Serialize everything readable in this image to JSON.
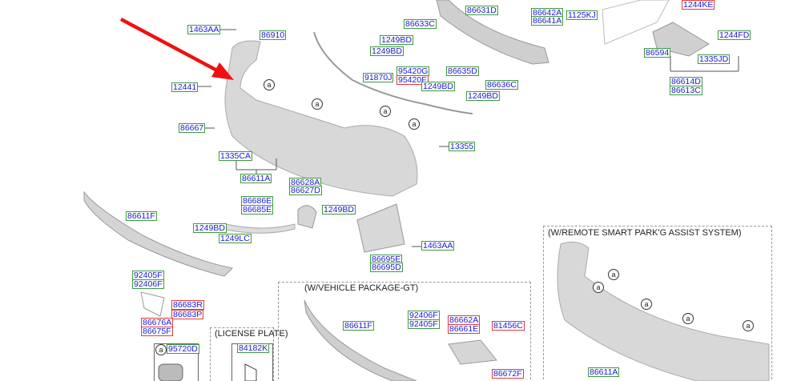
{
  "labels": [
    {
      "id": "l1",
      "text": "1463AA",
      "red": false
    },
    {
      "id": "l2",
      "text": "86910",
      "red": false
    },
    {
      "id": "l3",
      "text": "12441",
      "red": false
    },
    {
      "id": "l4",
      "text": "86667",
      "red": false
    },
    {
      "id": "l5",
      "text": "1335CA",
      "red": false
    },
    {
      "id": "l6",
      "text": "86611A",
      "red": false
    },
    {
      "id": "l7",
      "text": "86633C",
      "red": false
    },
    {
      "id": "l8",
      "text": "1249BD",
      "red": false
    },
    {
      "id": "l9",
      "text": "1249BD",
      "red": false
    },
    {
      "id": "l10",
      "text": "91870J",
      "red": false
    },
    {
      "id": "l11",
      "text": "95420G",
      "red": false
    },
    {
      "id": "l12",
      "text": "95420F",
      "red": true
    },
    {
      "id": "l13",
      "text": "1249BD",
      "red": false
    },
    {
      "id": "l14",
      "text": "86631D",
      "red": false
    },
    {
      "id": "l15",
      "text": "86635D",
      "red": false
    },
    {
      "id": "l16",
      "text": "86636C",
      "red": false
    },
    {
      "id": "l17",
      "text": "1249BD",
      "red": false
    },
    {
      "id": "l18",
      "text": "86642A",
      "red": false
    },
    {
      "id": "l19",
      "text": "86641A",
      "red": false
    },
    {
      "id": "l20",
      "text": "1125KJ",
      "red": false
    },
    {
      "id": "l21",
      "text": "1244KE",
      "red": true
    },
    {
      "id": "l22",
      "text": "1244FD",
      "red": false
    },
    {
      "id": "l23",
      "text": "86594",
      "red": false
    },
    {
      "id": "l24",
      "text": "1335JD",
      "red": false
    },
    {
      "id": "l25",
      "text": "86614D",
      "red": false
    },
    {
      "id": "l26",
      "text": "86613C",
      "red": false
    },
    {
      "id": "l27",
      "text": "13355",
      "red": false
    },
    {
      "id": "l28",
      "text": "86628A",
      "red": false
    },
    {
      "id": "l29",
      "text": "86627D",
      "red": false
    },
    {
      "id": "l30",
      "text": "86686E",
      "red": false
    },
    {
      "id": "l31",
      "text": "86685E",
      "red": false
    },
    {
      "id": "l32",
      "text": "1249BD",
      "red": false
    },
    {
      "id": "l33",
      "text": "86611F",
      "red": false
    },
    {
      "id": "l34",
      "text": "1249BD",
      "red": false
    },
    {
      "id": "l35",
      "text": "1249LC",
      "red": false
    },
    {
      "id": "l36",
      "text": "1463AA",
      "red": false
    },
    {
      "id": "l37",
      "text": "86695E",
      "red": false
    },
    {
      "id": "l38",
      "text": "86695D",
      "red": false
    },
    {
      "id": "l39",
      "text": "92405F",
      "red": false
    },
    {
      "id": "l40",
      "text": "92406F",
      "red": false
    },
    {
      "id": "l41",
      "text": "86683R",
      "red": true
    },
    {
      "id": "l42",
      "text": "86683P",
      "red": true
    },
    {
      "id": "l43",
      "text": "86676A",
      "red": true
    },
    {
      "id": "l44",
      "text": "86675F",
      "red": true
    },
    {
      "id": "l45",
      "text": "86611F",
      "red": false
    },
    {
      "id": "l46",
      "text": "92406F",
      "red": false
    },
    {
      "id": "l47",
      "text": "92405F",
      "red": false
    },
    {
      "id": "l48",
      "text": "86662A",
      "red": true
    },
    {
      "id": "l49",
      "text": "86661E",
      "red": true
    },
    {
      "id": "l50",
      "text": "81456C",
      "red": true
    },
    {
      "id": "l51",
      "text": "86672F",
      "red": true
    },
    {
      "id": "l52",
      "text": "84182K",
      "red": false
    },
    {
      "id": "l53",
      "text": "95720D",
      "red": false
    },
    {
      "id": "l54",
      "text": "86611A",
      "red": false
    }
  ],
  "captions": {
    "gt": "(W/VEHICLE PACKAGE-GT)",
    "license": "(LICENSE PLATE)",
    "spas": "(W/REMOTE SMART PARK'G ASSIST SYSTEM)"
  },
  "callout": "a",
  "colors": {
    "label_text": "#1a1ad2",
    "green_border": "#3f9a3f",
    "red_border": "#e23a3a",
    "arrow": "#f01010"
  }
}
